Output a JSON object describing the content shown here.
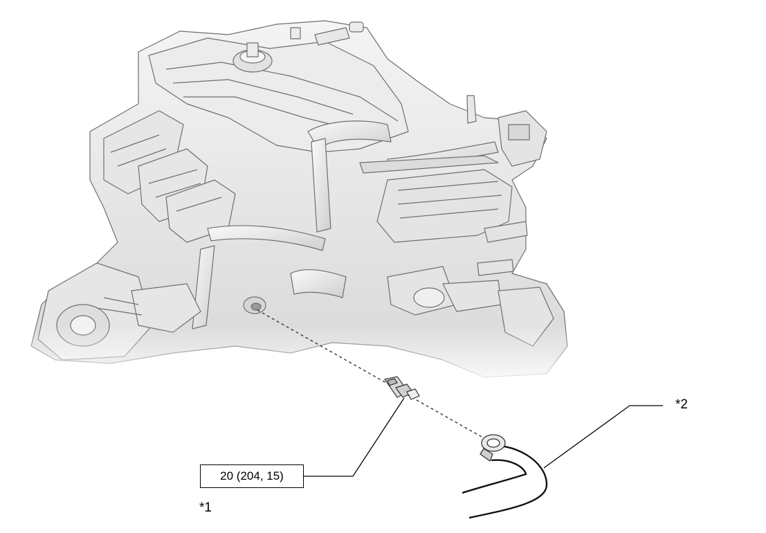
{
  "diagram": {
    "torque_spec": "20 (204, 15)",
    "callouts": [
      {
        "id": "1",
        "text": "*1"
      },
      {
        "id": "2",
        "text": "*2"
      }
    ],
    "colors": {
      "line": "#000000",
      "engine_fill": "#eeeeee",
      "engine_shade": "#c9c9c9",
      "engine_edge": "#6e6e6e",
      "background": "#ffffff"
    }
  }
}
